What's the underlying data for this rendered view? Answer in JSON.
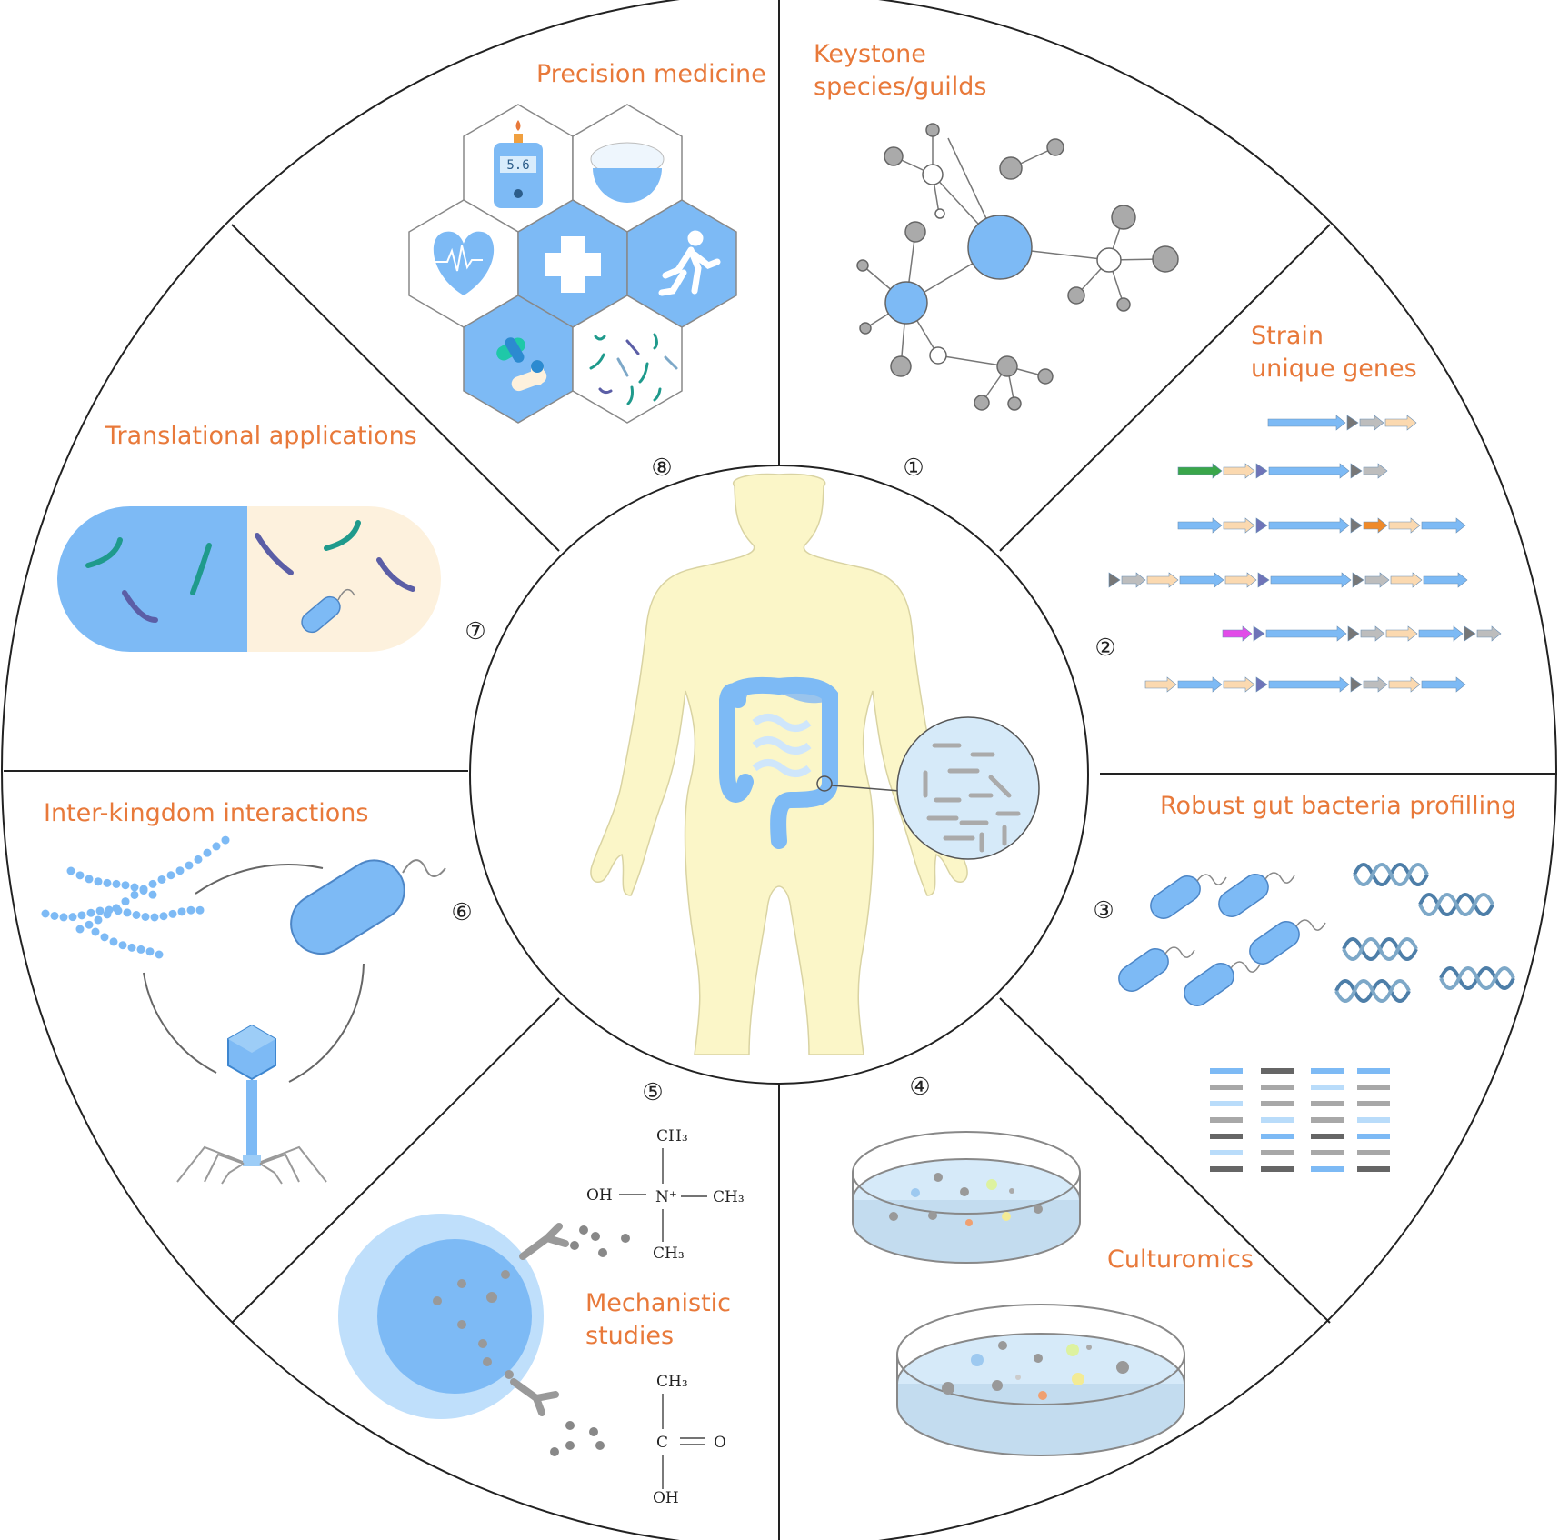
{
  "colors": {
    "accent": "#e8793a",
    "blue": "#7dbaf5",
    "light_blue": "#bfdffb",
    "skin": "#fbf6c8",
    "gray": "#a6a6a6",
    "teal": "#1f9a8c",
    "purple": "#5b5ea6"
  },
  "sections": [
    {
      "number": "①",
      "label_lines": [
        "Keystone",
        "species/guilds"
      ]
    },
    {
      "number": "②",
      "label_lines": [
        "Strain",
        "unique genes"
      ]
    },
    {
      "number": "③",
      "label_lines": [
        "Robust gut bacteria profilling"
      ]
    },
    {
      "number": "④",
      "label_lines": [
        "Culturomics"
      ]
    },
    {
      "number": "⑤",
      "label_lines": [
        "Mechanistic",
        "studies"
      ]
    },
    {
      "number": "⑥",
      "label_lines": [
        "Inter-kingdom interactions"
      ]
    },
    {
      "number": "⑦",
      "label_lines": [
        "Translational applications"
      ]
    },
    {
      "number": "⑧",
      "label_lines": [
        "Precision medicine"
      ]
    }
  ],
  "glucose_meter": {
    "reading": "5.6"
  },
  "chemistry": {
    "molecule_1": {
      "top": "CH₃",
      "left": "OH",
      "center": "N⁺",
      "right": "CH₃",
      "bottom": "CH₃"
    },
    "molecule_2": {
      "top": "CH₃",
      "center": "C",
      "right": "O",
      "bottom": "OH"
    }
  },
  "icons": [
    "heart-rate-icon",
    "glucose-meter-icon",
    "rice-bowl-icon",
    "medical-cross-icon",
    "running-person-icon",
    "pills-icon",
    "bacteria-icon",
    "phage-icon",
    "petri-dish-icon",
    "dna-helix-icon",
    "human-body-icon",
    "gut-icon"
  ]
}
